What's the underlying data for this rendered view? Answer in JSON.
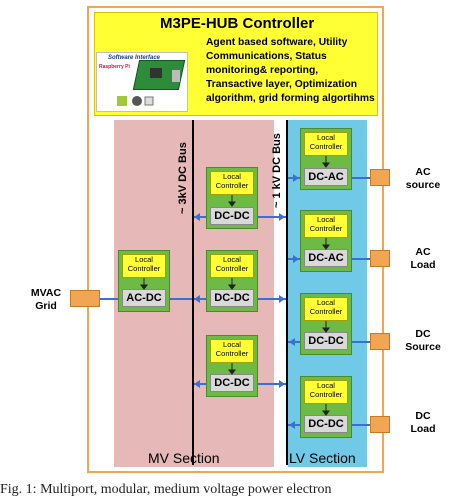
{
  "title": "M3PE-HUB Controller",
  "description": "Agent based software, Utility\nCommunications, Status\nmonitoring& reporting,\nTransactive layer, Optimization\nalgorithm, grid forming algortihms",
  "software_interface": "Software Interface",
  "raspberry_pi": "Raspberry Pi",
  "mv_bus": "~ 3kV DC Bus",
  "lv_bus": "~ 1 kV DC Bus",
  "mv_section": "MV Section",
  "lv_section": "LV Section",
  "local_controller": "Local\nController",
  "converters": {
    "mv_ac_dc": "AC-DC",
    "mv_dc_dc": [
      "DC-DC",
      "DC-DC",
      "DC-DC"
    ],
    "lv": [
      "DC-AC",
      "DC-AC",
      "DC-DC",
      "DC-DC"
    ]
  },
  "external": {
    "mvac_grid": "MVAC\nGrid",
    "ac_source": "AC\nsource",
    "ac_load": "AC\nLoad",
    "dc_source": "DC\nSource",
    "dc_load": "DC\nLoad"
  },
  "caption": "Fig. 1: Multiport, modular, medium voltage power electron",
  "colors": {
    "hub_bg": "#ffff33",
    "outer_border": "#f2a553",
    "mv_section": "#e6b9b8",
    "lv_section": "#70c9e6",
    "module_green": "#6dbb45",
    "converter_grey": "#d9d9d9",
    "wire_blue": "#3b6fd4"
  }
}
